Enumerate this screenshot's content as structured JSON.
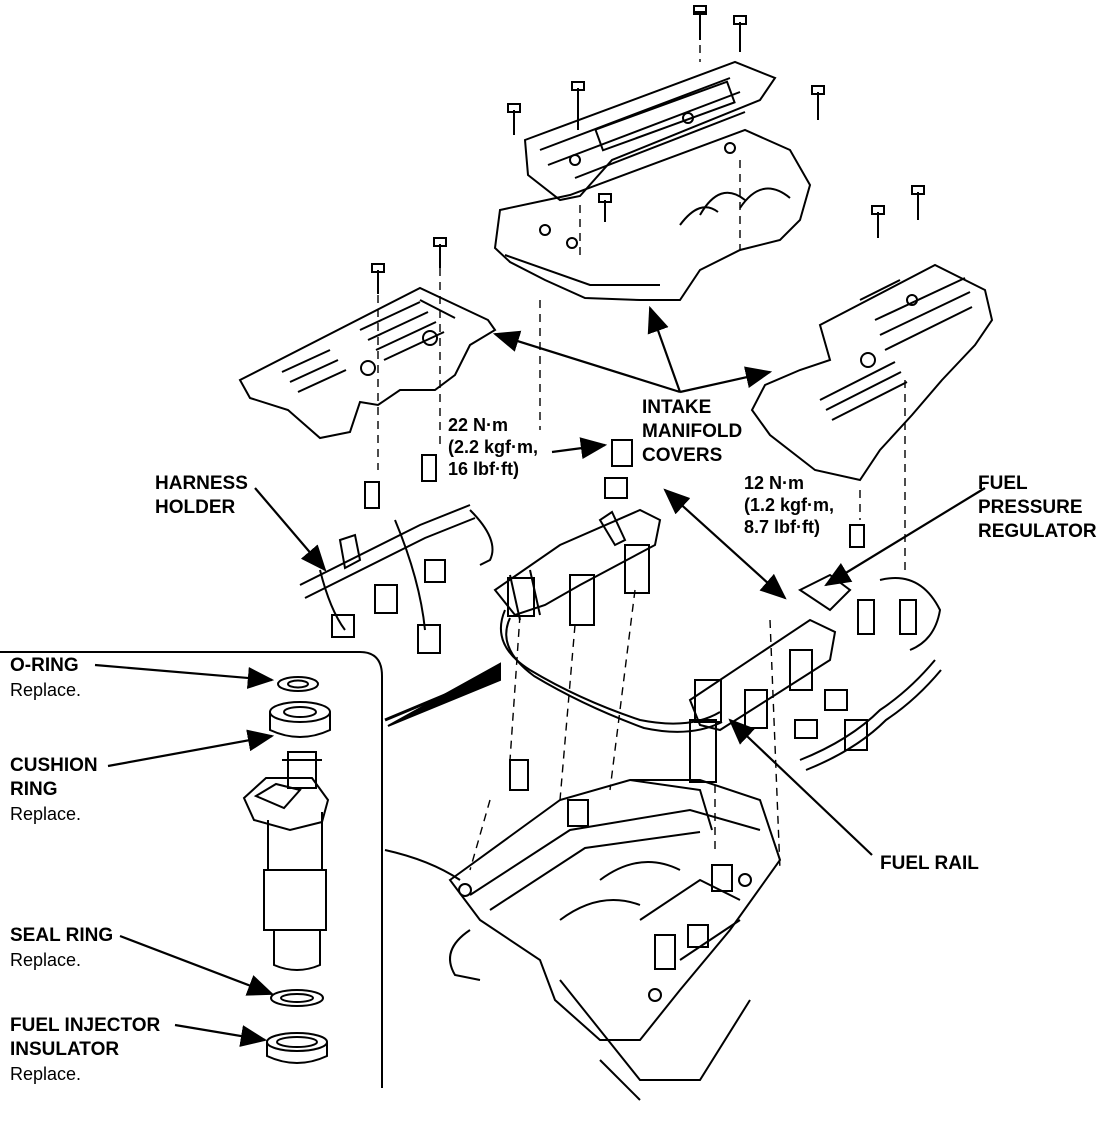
{
  "labels": {
    "intake": [
      "INTAKE",
      "MANIFOLD",
      "COVERS"
    ],
    "harness": [
      "HARNESS",
      "HOLDER"
    ],
    "fuel_pressure": [
      "FUEL",
      "PRESSURE",
      "REGULATOR"
    ],
    "fuel_rail": "FUEL RAIL",
    "oring": {
      "name": "O-RING",
      "note": "Replace."
    },
    "cushion": {
      "name1": "CUSHION",
      "name2": "RING",
      "note": "Replace."
    },
    "seal": {
      "name": "SEAL RING",
      "note": "Replace."
    },
    "insulator": {
      "name1": "FUEL INJECTOR",
      "name2": "INSULATOR",
      "note": "Replace."
    }
  },
  "torque": {
    "t22": [
      "22 N·m",
      "(2.2 kgf·m,",
      "16 lbf·ft)"
    ],
    "t12": [
      "12 N·m",
      "(1.2 kgf·m,",
      "8.7 lbf·ft)"
    ]
  }
}
